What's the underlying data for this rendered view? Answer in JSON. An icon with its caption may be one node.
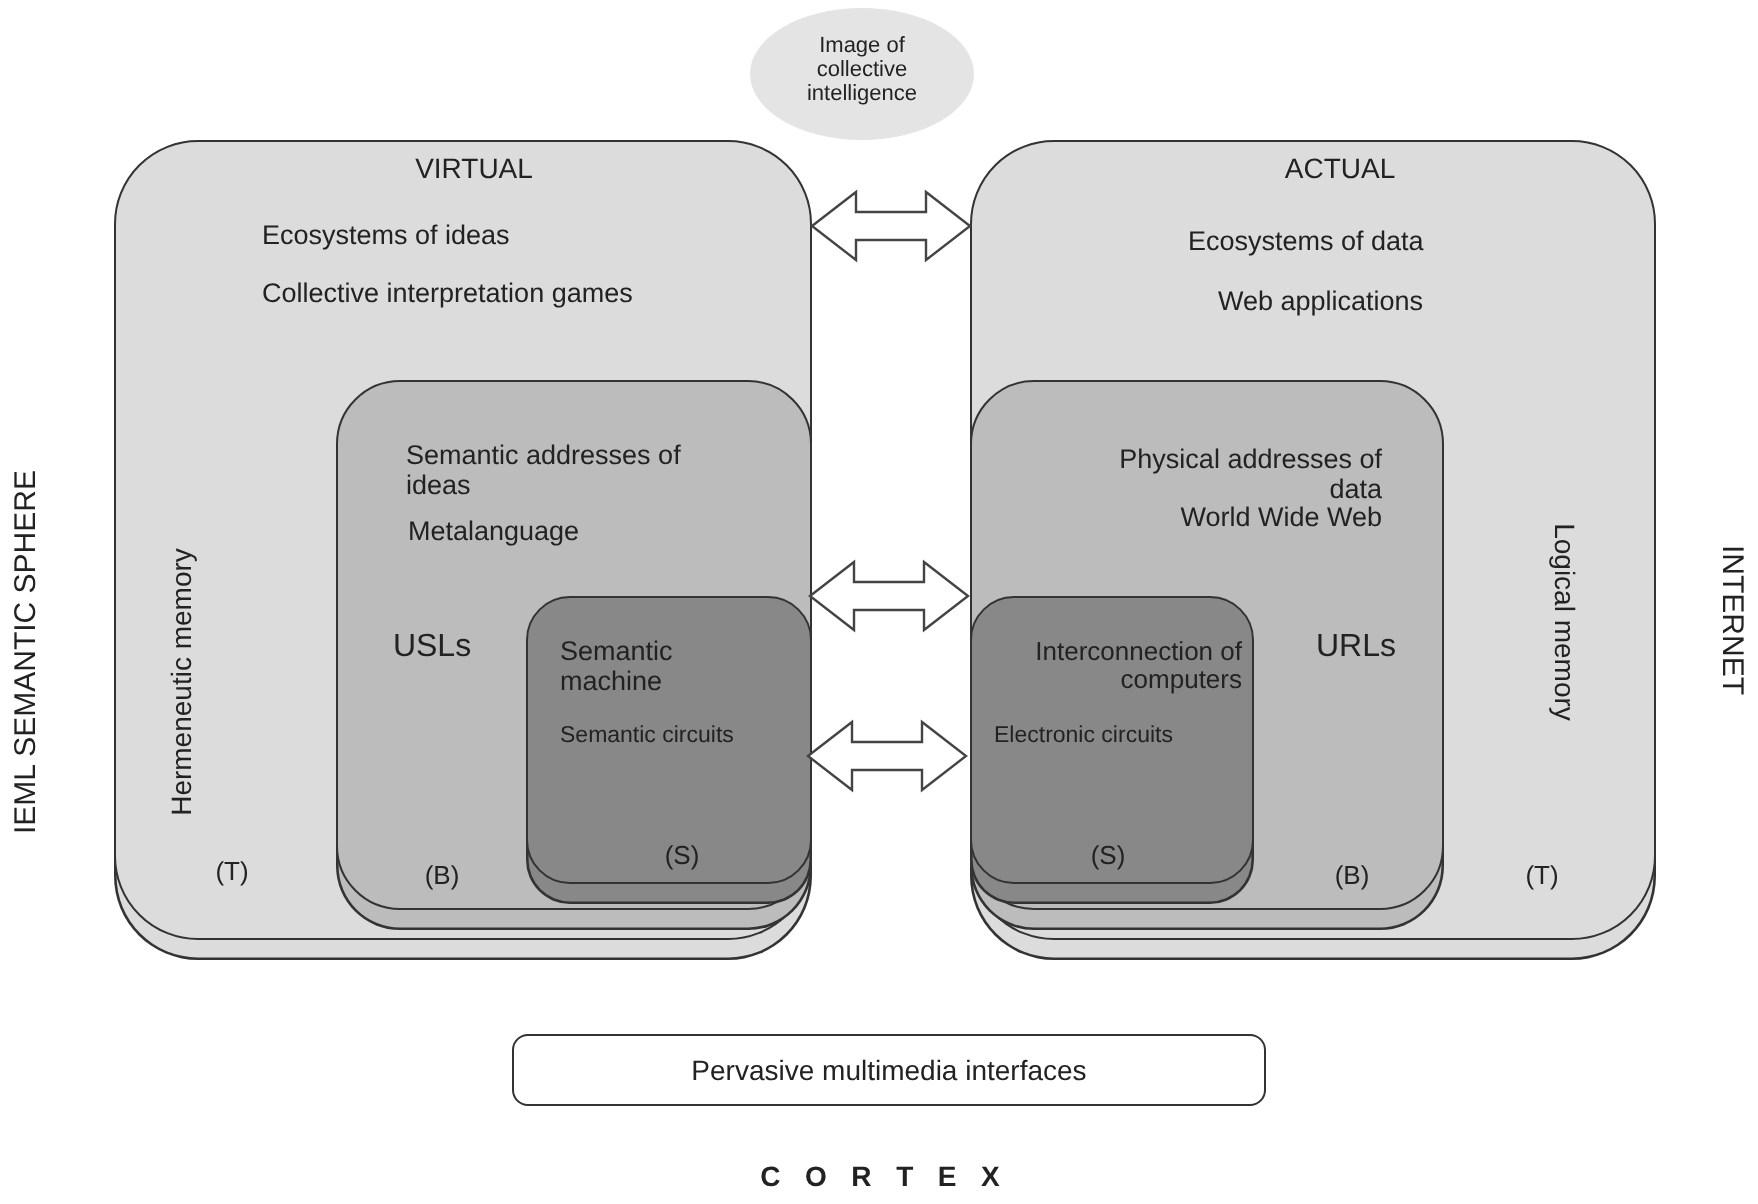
{
  "diagram": {
    "nodes": [
      {
        "text": [
          "Image of collective intelligence"
        ]
      },
      {
        "text": [
          "Ecosystems of ideas",
          "Collective interpretation games",
          "Hermeneutic memory",
          "(T)"
        ]
      },
      {
        "text": [
          "Semantic addresses of ideas",
          "Metalanguage",
          "USLs",
          "(B)"
        ],
        "in": 1
      },
      {
        "text": [
          "Semantic machine",
          "Semantic circuits",
          "(S)"
        ],
        "in": 2
      },
      {
        "text": [
          "Ecosystems of data",
          "Web applications",
          "Logical memory",
          "(T)"
        ]
      },
      {
        "text": [
          "Physical addresses of data",
          "World Wide Web",
          "URLs",
          "(B)"
        ],
        "in": 4
      },
      {
        "text": [
          "Interconnection of computers",
          "Electronic circuits",
          "(S)"
        ],
        "in": 5
      },
      {
        "text": [
          "Pervasive multimedia interfaces"
        ]
      }
    ],
    "edges": [
      {
        "from": 1,
        "to": 4,
        "arrow": "both"
      },
      {
        "from": 2,
        "to": 5,
        "arrow": "both"
      },
      {
        "from": 3,
        "to": 6,
        "arrow": "both"
      }
    ],
    "labels": [
      "VIRTUAL",
      "ACTUAL",
      "IEML SEMANTIC SPHERE",
      "INTERNET",
      "C O R T E X"
    ]
  }
}
